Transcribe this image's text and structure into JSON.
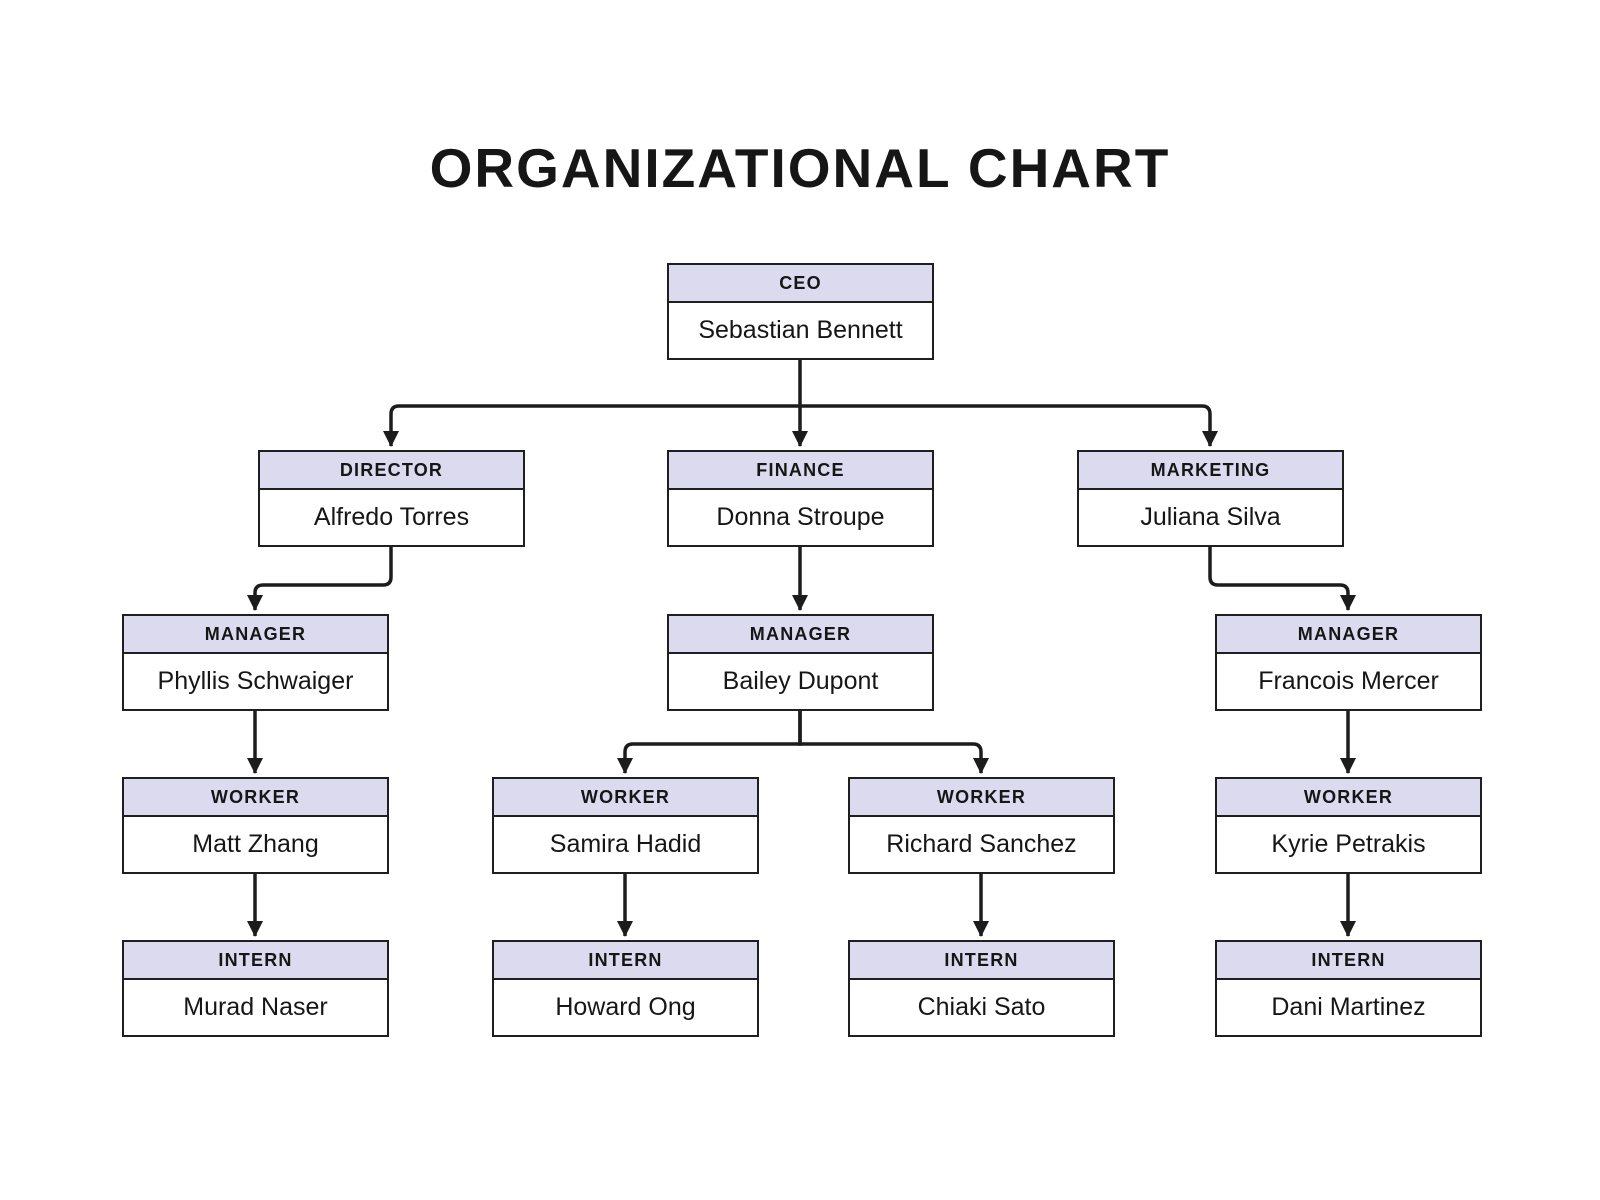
{
  "title": "ORGANIZATIONAL CHART",
  "colors": {
    "background": "#ffffff",
    "header_bg": "#dbdaee",
    "border": "#1f1f1f",
    "line": "#1c1c1c",
    "text": "#161616"
  },
  "nodes": [
    {
      "id": "ceo",
      "role": "CEO",
      "name": "Sebastian Bennett"
    },
    {
      "id": "director",
      "role": "DIRECTOR",
      "name": "Alfredo Torres"
    },
    {
      "id": "finance",
      "role": "FINANCE",
      "name": "Donna Stroupe"
    },
    {
      "id": "marketing",
      "role": "MARKETING",
      "name": "Juliana Silva"
    },
    {
      "id": "manager-1",
      "role": "MANAGER",
      "name": "Phyllis Schwaiger"
    },
    {
      "id": "manager-2",
      "role": "MANAGER",
      "name": "Bailey Dupont"
    },
    {
      "id": "manager-3",
      "role": "MANAGER",
      "name": "Francois Mercer"
    },
    {
      "id": "worker-1",
      "role": "WORKER",
      "name": "Matt Zhang"
    },
    {
      "id": "worker-2",
      "role": "WORKER",
      "name": "Samira Hadid"
    },
    {
      "id": "worker-3",
      "role": "WORKER",
      "name": "Richard Sanchez"
    },
    {
      "id": "worker-4",
      "role": "WORKER",
      "name": "Kyrie Petrakis"
    },
    {
      "id": "intern-1",
      "role": "INTERN",
      "name": "Murad Naser"
    },
    {
      "id": "intern-2",
      "role": "INTERN",
      "name": "Howard Ong"
    },
    {
      "id": "intern-3",
      "role": "INTERN",
      "name": "Chiaki Sato"
    },
    {
      "id": "intern-4",
      "role": "INTERN",
      "name": "Dani Martinez"
    }
  ],
  "edges": [
    {
      "from": "ceo",
      "to": "director"
    },
    {
      "from": "ceo",
      "to": "finance"
    },
    {
      "from": "ceo",
      "to": "marketing"
    },
    {
      "from": "director",
      "to": "manager-1"
    },
    {
      "from": "finance",
      "to": "manager-2"
    },
    {
      "from": "marketing",
      "to": "manager-3"
    },
    {
      "from": "manager-1",
      "to": "worker-1"
    },
    {
      "from": "manager-2",
      "to": "worker-2"
    },
    {
      "from": "manager-2",
      "to": "worker-3"
    },
    {
      "from": "manager-3",
      "to": "worker-4"
    },
    {
      "from": "worker-1",
      "to": "intern-1"
    },
    {
      "from": "worker-2",
      "to": "intern-2"
    },
    {
      "from": "worker-3",
      "to": "intern-3"
    },
    {
      "from": "worker-4",
      "to": "intern-4"
    }
  ]
}
